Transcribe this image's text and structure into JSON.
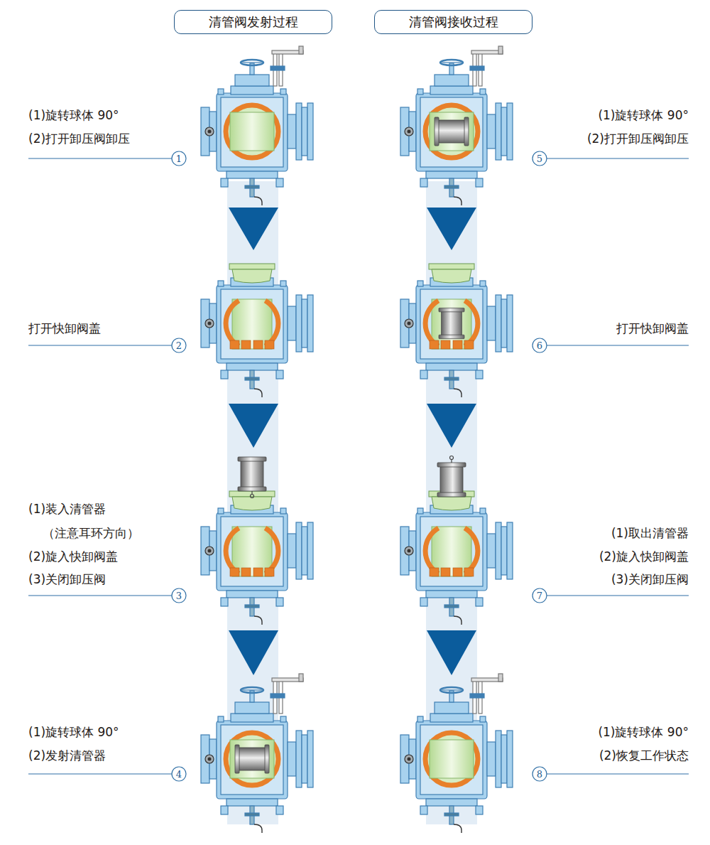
{
  "diagram": {
    "nodes": [
      {
        "text": [
          "清管阀发射过程"
        ]
      },
      {
        "text": [
          "清管阀接收过程"
        ]
      }
    ],
    "labels": [
      "(1)旋转球体 90°",
      "(2)打开卸压阀卸压",
      "1",
      "(1)旋转球体 90°",
      "(2)打开卸压阀卸压",
      "5",
      "打开快卸阀盖",
      "2",
      "打开快卸阀盖",
      "6",
      "(1)装入清管器",
      "（注意耳环方向）",
      "(2)旋入快卸阀盖",
      "(3)关闭卸压阀",
      "3",
      "(1)取出清管器",
      "(2)旋入快卸阀盖",
      "(3)关闭卸压阀",
      "7",
      "(1)旋转球体 90°",
      "(2)发射清管器",
      "4",
      "(1)旋转球体 90°",
      "(2)恢复工作状态",
      "8"
    ]
  }
}
